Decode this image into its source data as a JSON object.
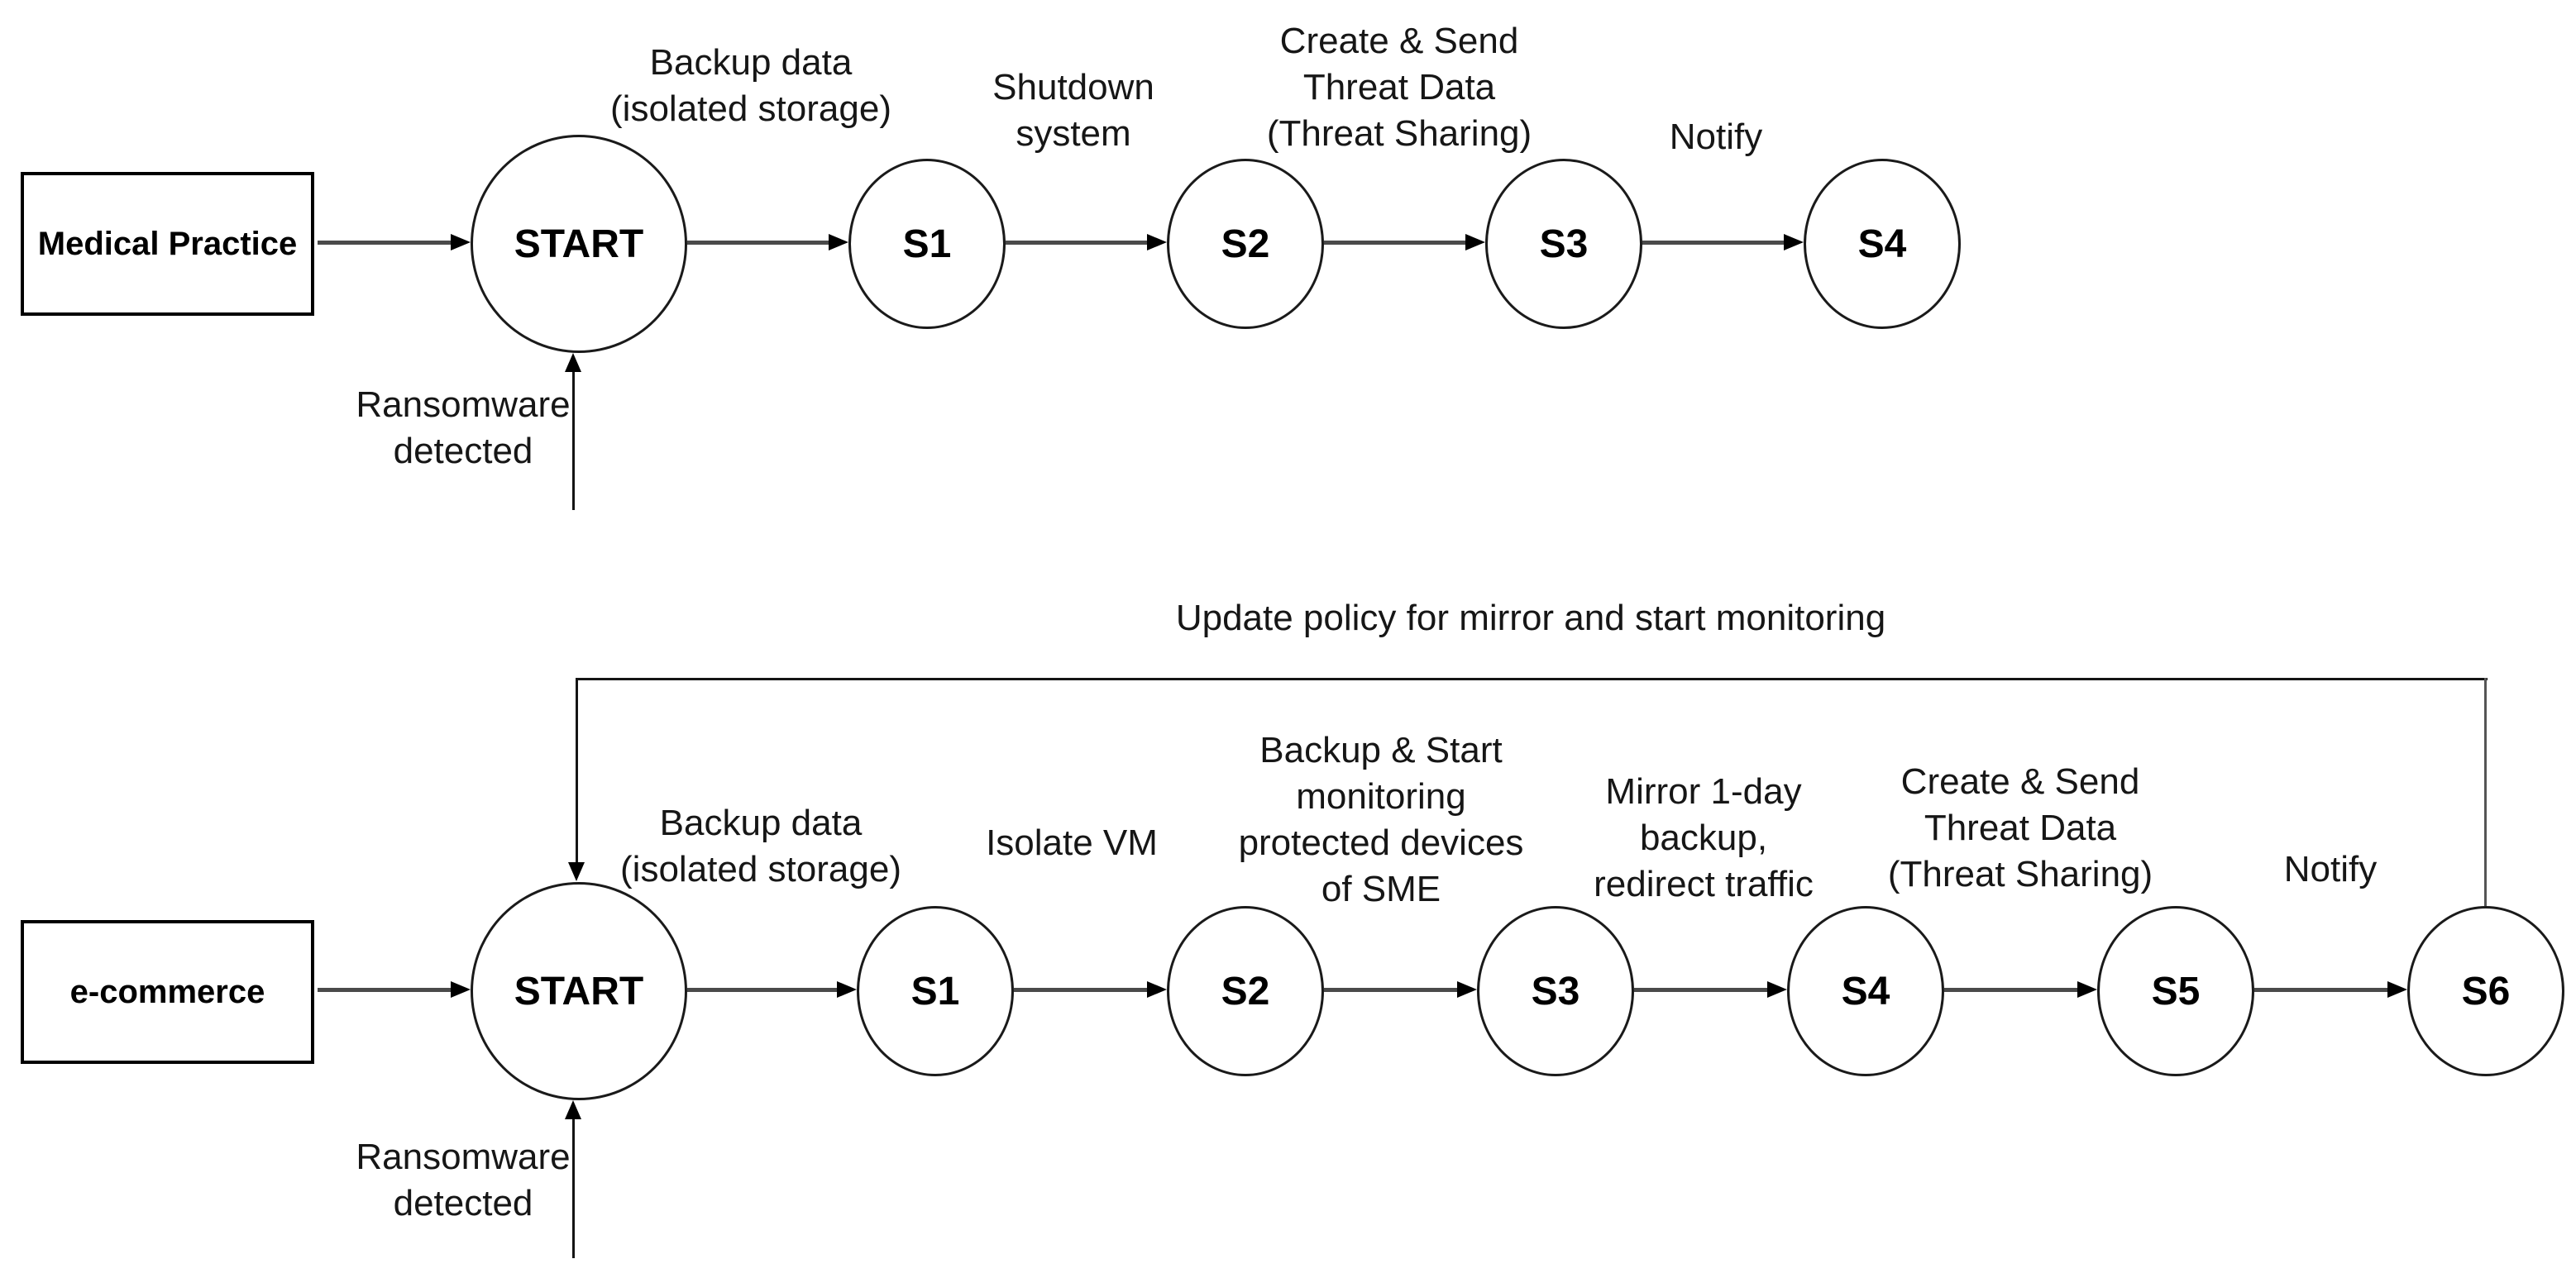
{
  "colors": {
    "background": "#ffffff",
    "ink": "#111111",
    "connector_gray": "#4a4a4a",
    "feedback_gray": "#555555"
  },
  "top": {
    "entity": "Medical Practice",
    "event": "Ransomware\ndetected",
    "states": [
      "START",
      "S1",
      "S2",
      "S3",
      "S4"
    ],
    "transitions": [
      "Backup data\n(isolated storage)",
      "Shutdown\nsystem",
      "Create & Send\nThreat Data\n(Threat Sharing)",
      "Notify"
    ]
  },
  "bottom": {
    "entity": "e-commerce",
    "event": "Ransomware\ndetected",
    "feedback_label": "Update policy for mirror and start monitoring",
    "states": [
      "START",
      "S1",
      "S2",
      "S3",
      "S4",
      "S5",
      "S6"
    ],
    "transitions": [
      "Backup data\n(isolated storage)",
      "Isolate VM",
      "Backup & Start\nmonitoring\nprotected devices\nof SME",
      "Mirror 1-day\nbackup,\nredirect traffic",
      "Create & Send\nThreat Data\n(Threat Sharing)",
      "Notify"
    ]
  }
}
